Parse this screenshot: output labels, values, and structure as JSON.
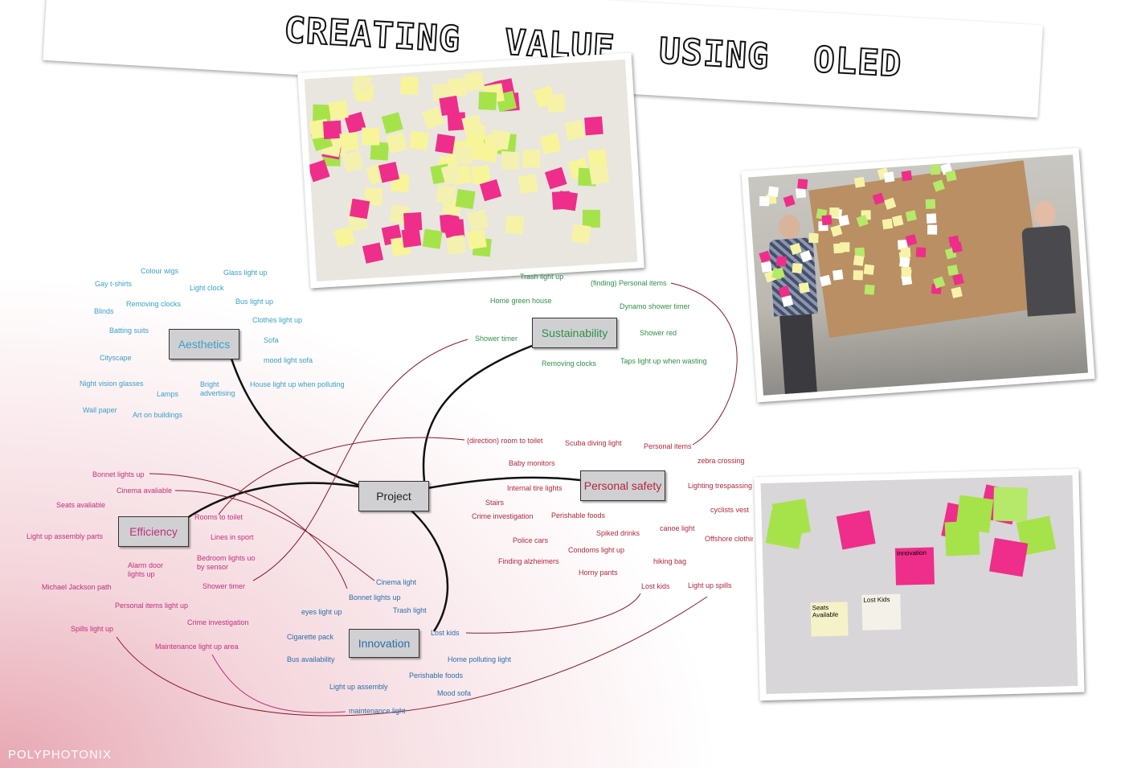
{
  "title": "CREATING  VALUE  USING  OLED",
  "brand": {
    "part1": "POLY",
    "part2": "PHOTONIX"
  },
  "nodes": {
    "center": "Project",
    "aesthetics": "Aesthetics",
    "sustainability": "Sustainability",
    "personal_safety": "Personal safety",
    "efficiency": "Efficiency",
    "innovation": "Innovation"
  },
  "colors": {
    "aesthetics": "#3aa0c8",
    "sustainability": "#2d9048",
    "personal_safety": "#b0283c",
    "efficiency": "#c0307a",
    "innovation": "#2a6ea8",
    "connector": "#8a1a2a"
  },
  "aesthetics_items": [
    "Colour wigs",
    "Glass light up",
    "Gay t-shirts",
    "Light clock",
    "Removing clocks",
    "Bus light up",
    "Blinds",
    "Clothes light up",
    "Batting suits",
    "Sofa",
    "Cityscape",
    "mood light sofa",
    "Night vision glasses",
    "Bright advertising",
    "House light up when polluting",
    "Lamps",
    "Wall paper",
    "Art on buildings"
  ],
  "sustainability_items": [
    "Trash light up",
    "(finding) Personal items",
    "Home green house",
    "Dynamo shower timer",
    "Shower timer",
    "Shower red",
    "Removing clocks",
    "Taps light up when wasting"
  ],
  "safety_items": [
    "(direction) room to toilet",
    "Scuba diving light",
    "Personal items",
    "Baby monitors",
    "zebra crossing",
    "Internal tire lights",
    "Lighting trespassing",
    "Stairs",
    "cyclists vest",
    "Crime investigation",
    "Perishable foods",
    "canoe light",
    "Spiked drinks",
    "Police cars",
    "Offshore clothing",
    "Condoms light up",
    "Finding alzheimers",
    "hiking bag",
    "Horny pants",
    "Lost kids",
    "Light up spills"
  ],
  "efficiency_items": [
    "Bonnet lights up",
    "Cinema avaliable",
    "Seats avaliable",
    "Rooms to toilet",
    "Light up assembly parts",
    "Lines in sport",
    "Alarm door lights up",
    "Bedroom lights uo by sensor",
    "Michael Jackson path",
    "Shower timer",
    "Personal items light up",
    "Crime investigation",
    "Spills light up",
    "Maintenance light up area"
  ],
  "innovation_items": [
    "Cinema light",
    "Bonnet lights up",
    "Trash light",
    "eyes light up",
    "Cigarette pack",
    "Lost kids",
    "Bus availability",
    "Home polluting light",
    "Perishable foods",
    "Light up assembly",
    "Mood sofa",
    "maintenance light"
  ],
  "photo3_notes": [
    "Seats Available",
    "Lost Kids",
    "Innovation"
  ]
}
